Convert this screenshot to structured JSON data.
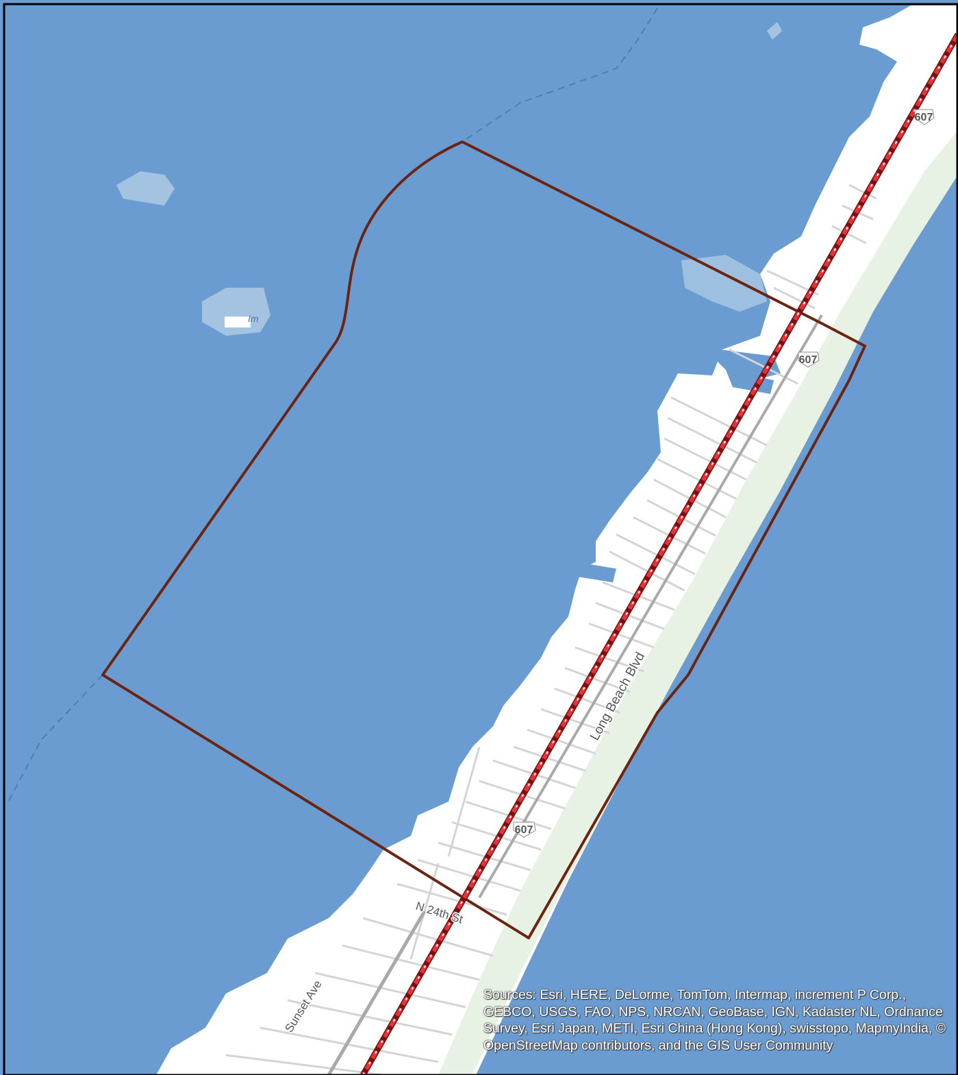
{
  "map": {
    "colors": {
      "water": "#6a9cd2",
      "land": "#ffffff",
      "beach": "#e8f2e4",
      "boundary": "#6b2410",
      "rail_red": "#e8323a",
      "street": "#d4d4d4",
      "road_gray": "#a9a9a9"
    },
    "labels": {
      "long_beach_blvd": "Long Beach Blvd",
      "n_24th_st": "N 24th St",
      "sunset_ave": "Sunset Ave",
      "route_shield_1": "607",
      "route_shield_2": "607",
      "route_shield_3": "607",
      "island": "Im"
    },
    "attribution": "Sources: Esri, HERE, DeLorme, TomTom, Intermap, increment P Corp., GEBCO, USGS, FAO, NPS, NRCAN, GeoBase, IGN, Kadaster NL, Ordnance Survey, Esri Japan, METI, Esri China (Hong Kong), swisstopo, MapmyIndia, © OpenStreetMap contributors, and the GIS User Community"
  }
}
